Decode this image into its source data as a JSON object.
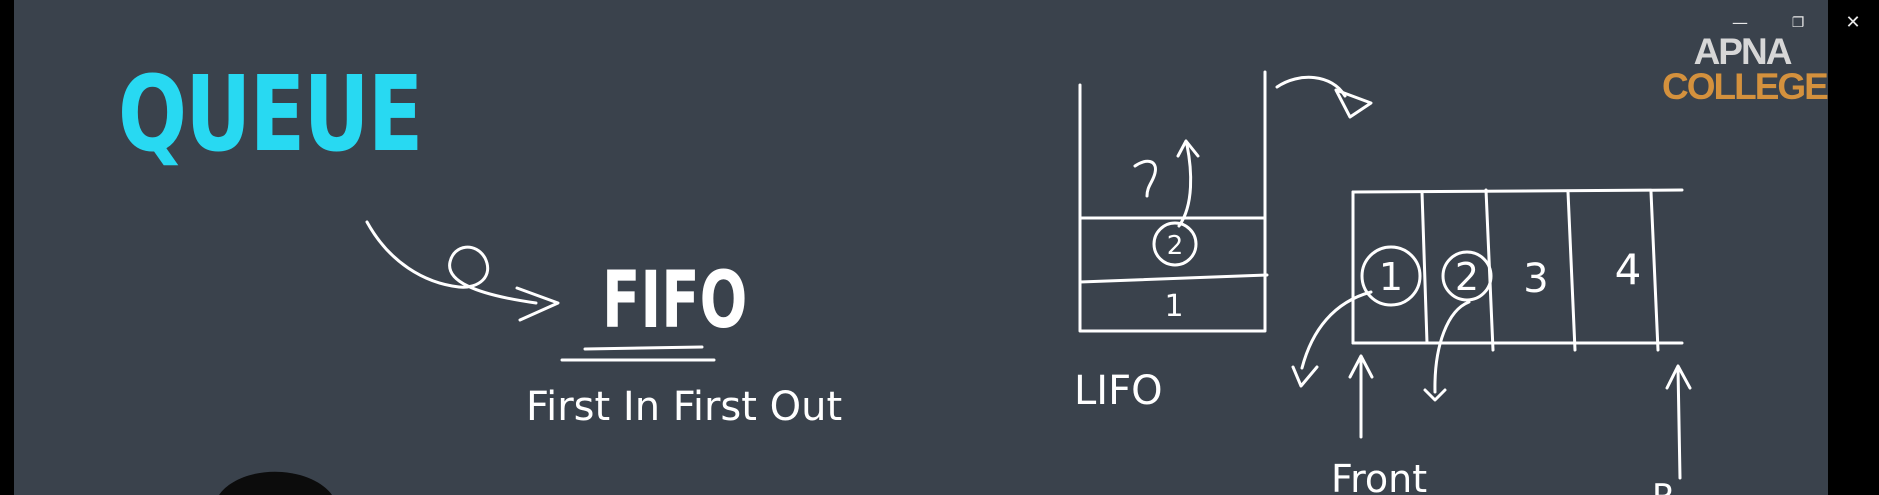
{
  "window_controls": {
    "minimize": "—",
    "maximize": "❐",
    "close": "✕"
  },
  "slide": {
    "title": "QUEUE",
    "acronym": "FIFO",
    "expansion": "First In First Out",
    "stack_label": "LIFO",
    "stack_cells": [
      "2",
      "1"
    ],
    "queue_cells": [
      "1",
      "2",
      "3",
      "4"
    ],
    "front_label": "Front",
    "rear_label": "R"
  },
  "logo": {
    "line1": "APNA",
    "line2": "COLLEGE"
  },
  "colors": {
    "board": "#3a424c",
    "title": "#28d9f2",
    "ink": "#ffffff",
    "logo_orange": "#d4913d"
  }
}
